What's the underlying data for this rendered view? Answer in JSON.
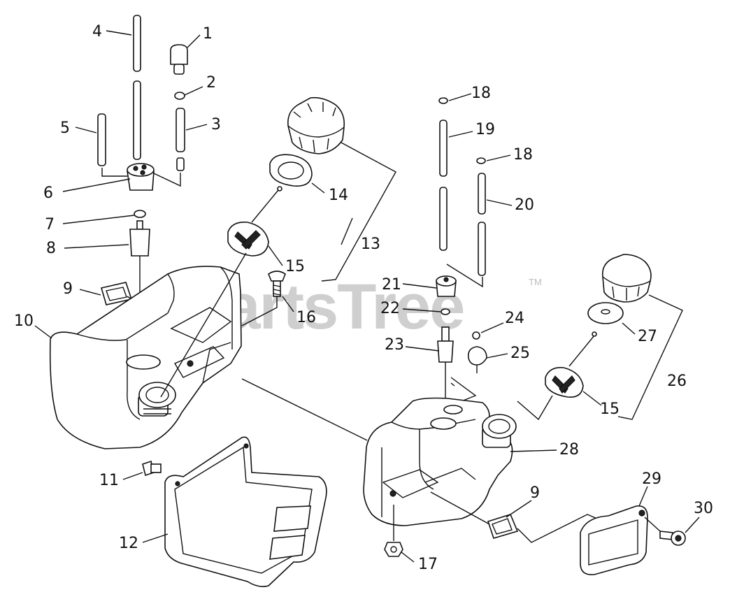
{
  "watermark": {
    "text": "PartsTree",
    "tm": "TM"
  },
  "labels": {
    "n1": "1",
    "n2": "2",
    "n3": "3",
    "n4": "4",
    "n5": "5",
    "n6": "6",
    "n7": "7",
    "n8": "8",
    "n9a": "9",
    "n9b": "9",
    "n10": "10",
    "n11": "11",
    "n12": "12",
    "n13": "13",
    "n14": "14",
    "n15a": "15",
    "n15b": "15",
    "n16": "16",
    "n17": "17",
    "n18a": "18",
    "n18b": "18",
    "n19": "19",
    "n20": "20",
    "n21": "21",
    "n22": "22",
    "n23": "23",
    "n24": "24",
    "n25": "25",
    "n26": "26",
    "n27": "27",
    "n28": "28",
    "n29": "29",
    "n30": "30"
  }
}
